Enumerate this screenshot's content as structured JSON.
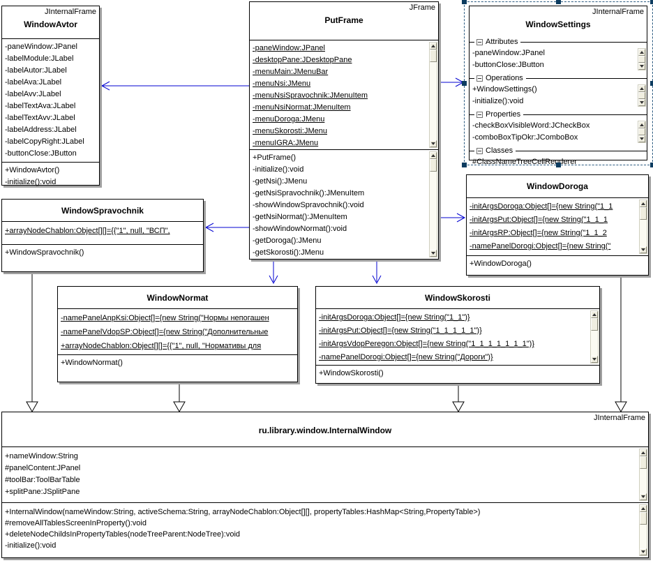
{
  "colors": {
    "arrow-blue": "#0000d0",
    "selection": "#2a5a80",
    "handle": "#0c3c60",
    "shadow": "#a0a0a0"
  },
  "classes": {
    "avtor": {
      "stereotype": "JInternalFrame",
      "title": "WindowAvtor",
      "attrs": [
        "-paneWindow:JPanel",
        "-labelModule:JLabel",
        "-labelAutor:JLabel",
        "-labelAva:JLabel",
        "-labelAvv:JLabel",
        "-labelTextAva:JLabel",
        "-labelTextAvv:JLabel",
        "-labelAddress:JLabel",
        "-labelCopyRight:JLabel",
        "-buttonClose:JButton"
      ],
      "methods": [
        "+WindowAvtor()",
        "-initialize():void"
      ]
    },
    "putframe": {
      "stereotype": "JFrame",
      "title": "PutFrame",
      "attrs": [
        "-paneWindow:JPanel",
        "-desktopPane:JDesktopPane",
        "-menuMain:JMenuBar",
        "-menuNsi:JMenu",
        "-menuNsiSpravochnik:JMenuItem",
        "-menuNsiNormat:JMenuItem",
        "-menuDoroga:JMenu",
        "-menuSkorosti:JMenu",
        "-menuIGRA:JMenu"
      ],
      "methods": [
        "+PutFrame()",
        "-initialize():void",
        "-getNsi():JMenu",
        "-getNsiSpravochnik():JMenuItem",
        "-showWindowSpravochnik():void",
        "-getNsiNormat():JMenuItem",
        "-showWindowNormat():void",
        "-getDoroga():JMenu",
        "-getSkorosti():JMenu"
      ]
    },
    "settings": {
      "stereotype": "JInternalFrame",
      "title": "WindowSettings",
      "sections": [
        {
          "label": "Attributes",
          "items": [
            "-paneWindow:JPanel",
            "-buttonClose:JButton"
          ]
        },
        {
          "label": "Operations",
          "items": [
            "+WindowSettings()",
            "-initialize():void"
          ]
        },
        {
          "label": "Properties",
          "items": [
            "-checkBoxVisibleWord:JCheckBox",
            "-comboBoxTipOkr:JComboBox"
          ]
        },
        {
          "label": "Classes",
          "items": [
            "#ClassNameTreeCellRenderer"
          ]
        }
      ]
    },
    "spravochnik": {
      "title": "WindowSpravochnik",
      "attrs": [
        "+arrayNodeChablon:Object[][]={{\"1\", null, \"ВСП\","
      ],
      "methods": [
        "+WindowSpravochnik()"
      ]
    },
    "doroga": {
      "title": "WindowDoroga",
      "attrs": [
        "-initArgsDoroga:Object[]={new String(\"1_1",
        "-initArgsPut:Object[]={new String(\"1_1_1",
        "-initArgsRP:Object[]={new String(\"1_1_2",
        "-namePanelDorogi:Object[]={new String(\""
      ],
      "methods": [
        "+WindowDoroga()"
      ]
    },
    "normat": {
      "title": "WindowNormat",
      "attrs": [
        "-namePanelAnpKsi:Object[]={new String(\"Нормы непогашен",
        "-namePanelVdopSP:Object[]={new String(\"Дополнительные",
        "+arrayNodeChablon:Object[][]={{\"1\", null, \"Нормативы для"
      ],
      "methods": [
        "+WindowNormat()"
      ]
    },
    "skorosti": {
      "title": "WindowSkorosti",
      "attrs": [
        "-initArgsDoroga:Object[]={new String(\"1_1\")}",
        "-initArgsPut:Object[]={new String(\"1_1_1_1_1\")}",
        "-initArgsVdopPeregon:Object[]={new String(\"1_1_1_1_1_1_1\")}",
        "-namePanelDorogi:Object[]={new String(\"Дороги\")}"
      ],
      "methods": [
        "+WindowSkorosti()"
      ]
    },
    "internal": {
      "stereotype": "JInternalFrame",
      "title": "ru.library.window.InternalWindow",
      "attrs": [
        "+nameWindow:String",
        "#panelContent:JPanel",
        "#toolBar:ToolBarTable",
        "+splitPane:JSplitPane"
      ],
      "methods": [
        "+InternalWindow(nameWindow:String, activeSchema:String, arrayNodeChablon:Object[][], propertyTables:HashMap<String,PropertyTable>)",
        "#removeAllTablesScreenInProperty():void",
        "+deleteNodeChildsInPropertyTables(nodeTreeParent:NodeTree):void",
        "-initialize():void"
      ]
    }
  }
}
